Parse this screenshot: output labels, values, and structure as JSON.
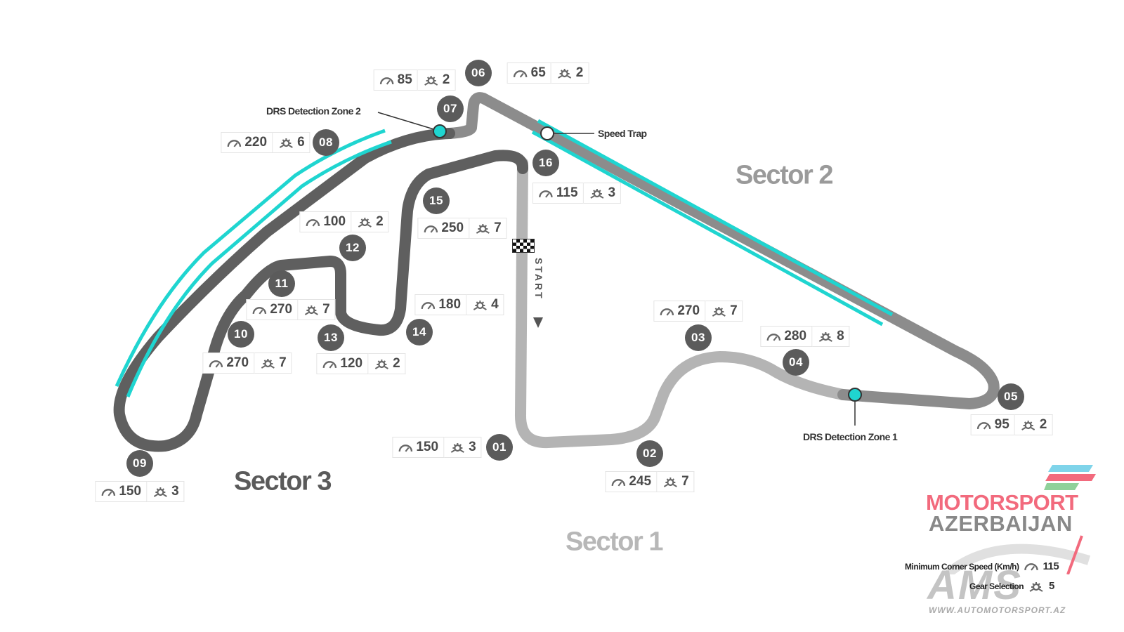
{
  "colors": {
    "track_dark": "#5e5e5e",
    "track_mid": "#8a8a8a",
    "track_light": "#b4b4b4",
    "drs_zone": "#1fd5d0",
    "badge": "#5b5b5b",
    "sector1": "#b7b7b7",
    "sector2": "#9a9a9a",
    "sector3": "#5a5a5a",
    "logo_pink": "#f26a7d"
  },
  "corners": [
    {
      "id": "01",
      "speed": "150",
      "gear": "3"
    },
    {
      "id": "02",
      "speed": "245",
      "gear": "7"
    },
    {
      "id": "03",
      "speed": "270",
      "gear": "7"
    },
    {
      "id": "04",
      "speed": "280",
      "gear": "8"
    },
    {
      "id": "05",
      "speed": "95",
      "gear": "2"
    },
    {
      "id": "06",
      "speed": "65",
      "gear": "2"
    },
    {
      "id": "07",
      "speed": "85",
      "gear": "2"
    },
    {
      "id": "08",
      "speed": "220",
      "gear": "6"
    },
    {
      "id": "09",
      "speed": "150",
      "gear": "3"
    },
    {
      "id": "10",
      "speed": "270",
      "gear": "7"
    },
    {
      "id": "11",
      "speed": "270",
      "gear": "7"
    },
    {
      "id": "12",
      "speed": "100",
      "gear": "2"
    },
    {
      "id": "13",
      "speed": "120",
      "gear": "2"
    },
    {
      "id": "14",
      "speed": "180",
      "gear": "4"
    },
    {
      "id": "15",
      "speed": "250",
      "gear": "7"
    },
    {
      "id": "16",
      "speed": "115",
      "gear": "3"
    }
  ],
  "sectors": {
    "s1": "Sector 1",
    "s2": "Sector 2",
    "s3": "Sector 3"
  },
  "annotations": {
    "drs_detection_1": "DRS Detection Zone 1",
    "drs_detection_2": "DRS Detection Zone 2",
    "speed_trap": "Speed Trap",
    "start": "START"
  },
  "icons": {
    "speed": "gauge-icon",
    "gear": "gear-icon",
    "flag": "checkered-flag-icon"
  },
  "logo": {
    "line1": "MOTORSPORT",
    "line2": "AZERBAIJAN",
    "mark": "AMS",
    "url": "WWW.AUTOMOTORSPORT.AZ"
  },
  "legend": {
    "speed_label": "Minimum Corner Speed (Km/h)",
    "speed_value": "115",
    "gear_label": "Gear Selection",
    "gear_value": "5"
  }
}
